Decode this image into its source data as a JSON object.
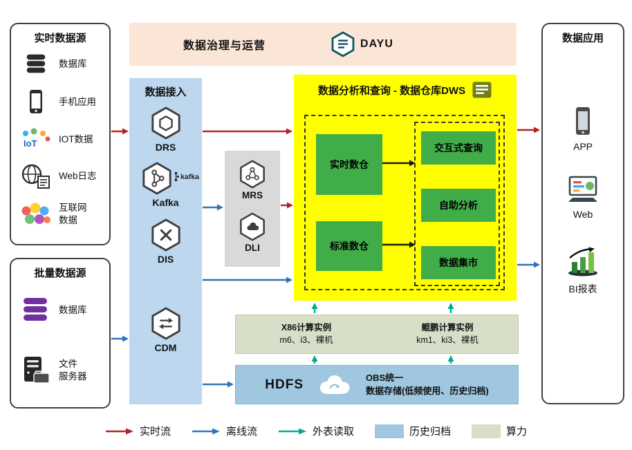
{
  "colors": {
    "realtime_flow": "#b22222",
    "offline_flow": "#2e75b6",
    "external_read": "#00a98f",
    "history_archive": "#9fc7e0",
    "compute_power": "#d8dfc8",
    "dws_yellow": "#ffff00",
    "module_green": "#41ad49",
    "ingest_blue": "#bdd7ee",
    "governance_peach": "#fbe5d6",
    "middleware_gray": "#d9d9d9"
  },
  "governance": {
    "title": "数据治理与运营",
    "brand": "DAYU"
  },
  "sources_realtime": {
    "title": "实时数据源",
    "items": [
      {
        "label": "数据库",
        "icon": "database-icon"
      },
      {
        "label": "手机应用",
        "icon": "mobile-app-icon"
      },
      {
        "label": "IOT数据",
        "icon": "iot-icon"
      },
      {
        "label": "Web日志",
        "icon": "web-log-icon"
      },
      {
        "label": "互联网\n数据",
        "icon": "internet-data-icon"
      }
    ]
  },
  "sources_batch": {
    "title": "批量数据源",
    "items": [
      {
        "label": "数据库",
        "icon": "database-purple-icon"
      },
      {
        "label": "文件\n服务器",
        "icon": "file-server-icon"
      }
    ]
  },
  "ingest": {
    "title": "数据接入",
    "items": [
      {
        "label": "DRS",
        "icon": "drs-hexagon-icon"
      },
      {
        "label": "Kafka",
        "brand": "kafka",
        "icon": "kafka-hexagon-icon"
      },
      {
        "label": "DIS",
        "icon": "dis-hexagon-icon"
      },
      {
        "label": "CDM",
        "icon": "cdm-hexagon-icon"
      }
    ]
  },
  "middleware": {
    "items": [
      {
        "label": "MRS",
        "icon": "mrs-hexagon-icon"
      },
      {
        "label": "DLI",
        "icon": "dli-hexagon-icon"
      }
    ]
  },
  "dws": {
    "title": "数据分析和查询 - 数据仓库DWS",
    "modules_left": [
      "实时数仓",
      "标准数仓"
    ],
    "modules_right": [
      "交互式查询",
      "自助分析",
      "数据集市"
    ]
  },
  "compute": {
    "groups": [
      {
        "title": "X86计算实例",
        "subtitle": "m6、i3、裸机"
      },
      {
        "title": "鲲鹏计算实例",
        "subtitle": "km1、ki3、裸机"
      }
    ]
  },
  "storage": {
    "hdfs": "HDFS",
    "obs_line1": "OBS统一",
    "obs_line2": "数据存储",
    "obs_note": "(低频使用、历史归档)"
  },
  "applications": {
    "title": "数据应用",
    "items": [
      {
        "label": "APP",
        "icon": "app-icon"
      },
      {
        "label": "Web",
        "icon": "web-monitor-icon"
      },
      {
        "label": "BI报表",
        "icon": "bi-report-icon"
      }
    ]
  },
  "legend": {
    "items": [
      {
        "label": "实时流",
        "type": "arrow",
        "color": "#b22222"
      },
      {
        "label": "离线流",
        "type": "arrow",
        "color": "#2e75b6"
      },
      {
        "label": "外表读取",
        "type": "arrow",
        "color": "#00a98f"
      },
      {
        "label": "历史归档",
        "type": "box",
        "color": "#9fc7e0"
      },
      {
        "label": "算力",
        "type": "box",
        "color": "#d8dfc8"
      }
    ]
  }
}
